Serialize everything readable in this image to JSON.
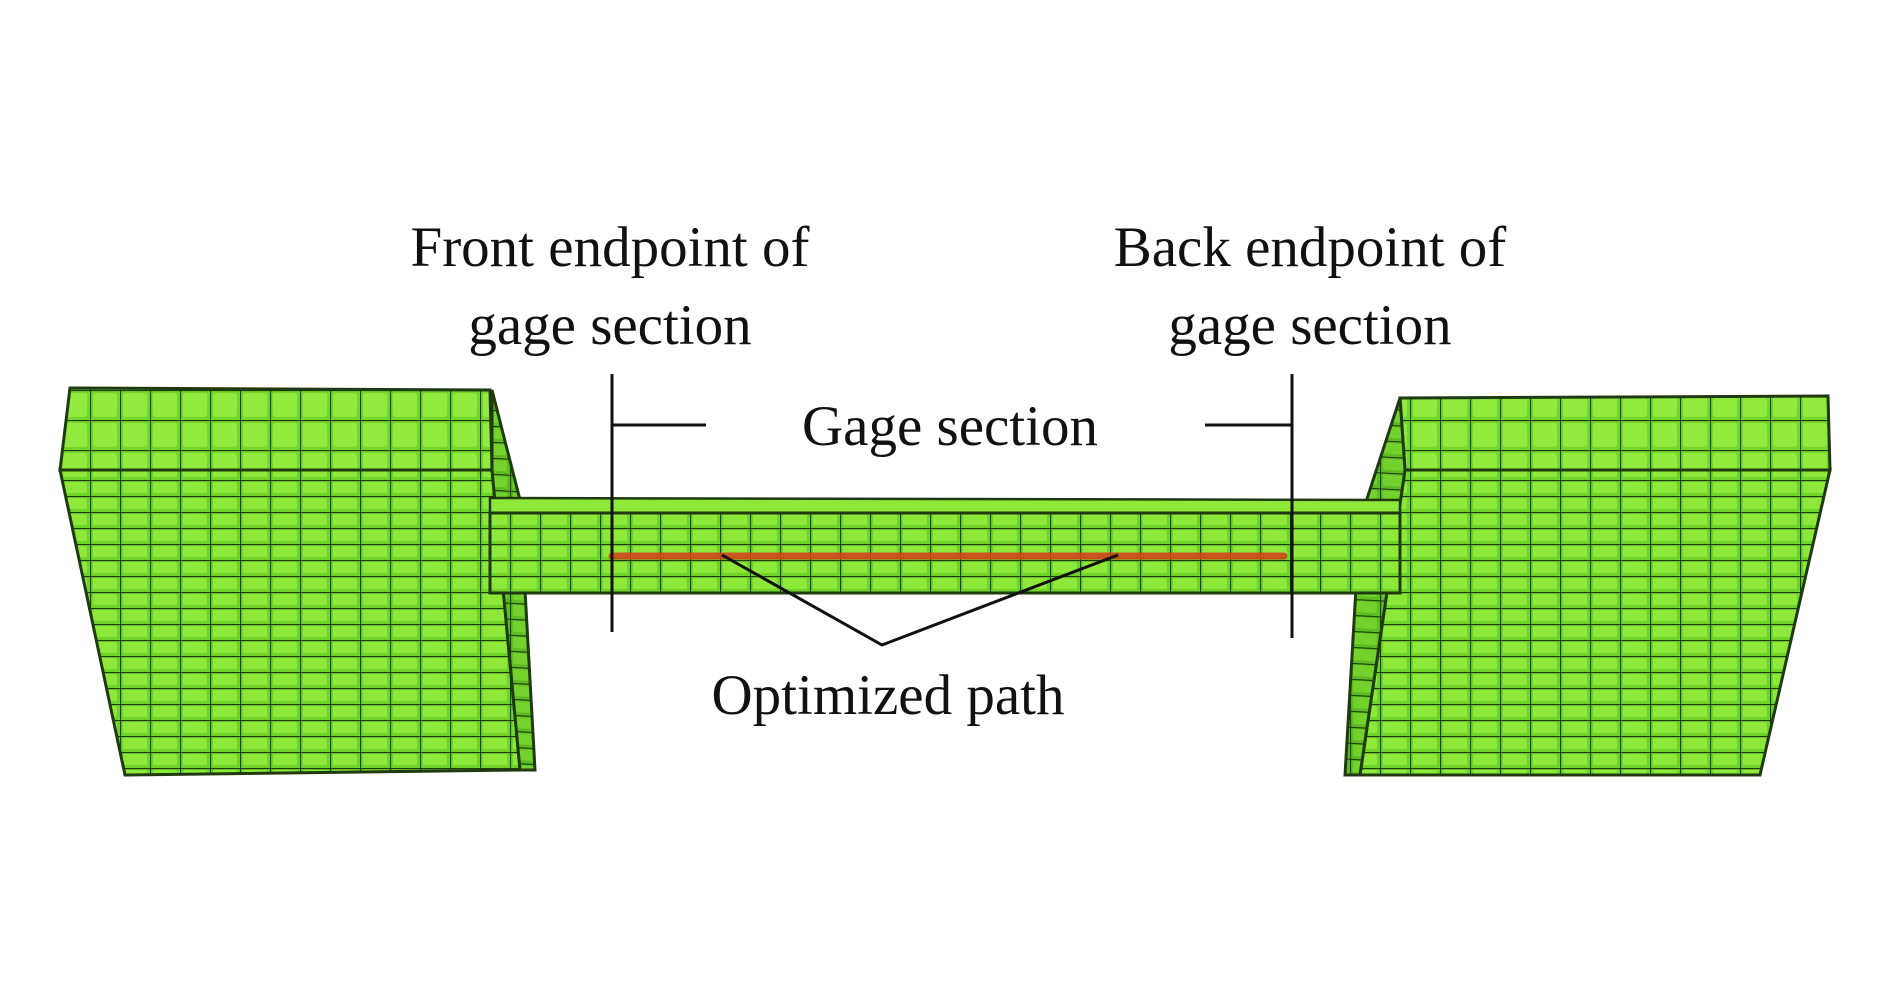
{
  "labels": {
    "front_endpoint_line1": "Front endpoint of",
    "front_endpoint_line2": "gage section",
    "back_endpoint_line1": "Back endpoint of",
    "back_endpoint_line2": "gage section",
    "gage_section": "Gage section",
    "optimized_path": "Optimized path"
  },
  "colors": {
    "mesh_fill": "#6fd42a",
    "mesh_light": "#8ee83a",
    "mesh_dark": "#4fa01a",
    "grid_line": "#1f3a0f",
    "optimized_path": "#d0451a",
    "annotation": "#111111"
  }
}
